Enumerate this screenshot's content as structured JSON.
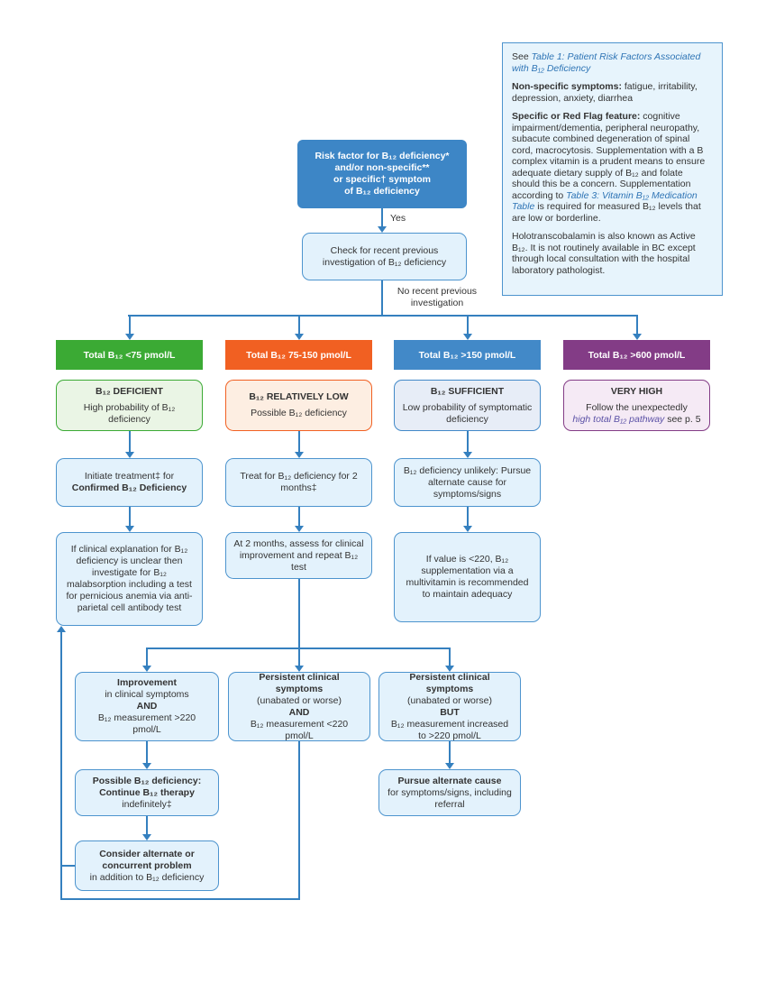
{
  "colors": {
    "line": "#3580BF",
    "start-bg": "#3D86C6",
    "box-bg": "#E3F2FC",
    "box-border": "#4D94CE",
    "green": "#3BAA34",
    "green-bg": "#EAF5E5",
    "orange": "#F16022",
    "orange-bg": "#FDEEE2",
    "blue": "#4289C8",
    "blue-bg": "#E7EDF7",
    "purple": "#833C86",
    "purple-bg": "#F5EAF5",
    "info-bg": "#E7F4FC",
    "link": "#2E74B5",
    "pathway-link": "#5B51A6",
    "text": "#333333"
  },
  "info": {
    "p1_prefix": "See ",
    "table1_link": "Table 1: Patient Risk Factors Associated with B₁₂ Deficiency",
    "p2": [
      {
        "t": "Non-specific symptoms:",
        "c": "b"
      },
      {
        "t": " fatigue, irritability, depression, anxiety, diarrhea",
        "c": ""
      }
    ],
    "p3a": [
      {
        "t": "Specific or Red Flag feature:",
        "c": "b"
      },
      {
        "t": " cognitive impairment/dementia, peripheral neuropathy, subacute combined degeneration of spinal cord, macrocytosis. Supplementation with a B complex vitamin is a prudent means to ensure adequate dietary supply of B₁₂ and folate should this be a concern. Supplementation according to ",
        "c": ""
      }
    ],
    "table3_link": "Table 3: Vitamin B₁₂ Medication Table",
    "p3b": " is required for measured B₁₂ levels that are low or borderline.",
    "p4": "Holotranscobalamin is also known as Active B₁₂. It is not routinely available in BC except through local consultation with the hospital laboratory pathologist."
  },
  "flow": {
    "start_lines": [
      "Risk factor for B₁₂ deficiency*",
      "and/or non-specific**",
      "or specific† symptom",
      "of B₁₂ deficiency"
    ],
    "yes_label": "Yes",
    "check_text": "Check for recent previous investigation of B₁₂ deficiency",
    "no_recent_label": "No recent previous investigation"
  },
  "columns": [
    {
      "header": "Total B₁₂ <75 pmol/L",
      "status_title": "B₁₂ DEFICIENT",
      "status_body": "High probability of B₁₂ deficiency",
      "step1": [
        {
          "t": "Initiate treatment‡ for ",
          "c": ""
        },
        {
          "t": "Confirmed B₁₂ Deficiency",
          "c": "b"
        }
      ],
      "step2": "If clinical explanation for B₁₂ deficiency is unclear then investigate for B₁₂ malabsorption including a test for pernicious anemia via anti-parietal cell antibody test"
    },
    {
      "header": "Total B₁₂ 75-150 pmol/L",
      "status_title": "B₁₂ RELATIVELY LOW",
      "status_body": "Possible B₁₂ deficiency",
      "step1": "Treat for B₁₂ deficiency for 2 months‡",
      "step2": "At 2 months, assess for clinical improvement and repeat B₁₂ test"
    },
    {
      "header": "Total B₁₂ >150 pmol/L",
      "status_title": "B₁₂ SUFFICIENT",
      "status_body": "Low probability of symptomatic deficiency",
      "step1": "B₁₂ deficiency unlikely: Pursue alternate cause for symptoms/signs",
      "step2": "If value is <220, B₁₂ supplementation via a multivitamin is recommended to maintain adequacy"
    },
    {
      "header": "Total B₁₂ >600 pmol/L",
      "status_title": "VERY HIGH",
      "status_line1": "Follow the unexpectedly",
      "status_link": "high total B₁₂ pathway",
      "status_tail": " see p. 5"
    }
  ],
  "outcomes": {
    "improvement": [
      {
        "t": "Improvement",
        "c": "b"
      },
      {
        "t": " in clinical symptoms ",
        "c": ""
      },
      {
        "t": "AND",
        "c": "b"
      },
      {
        "t": " B₁₂ measurement >220 pmol/L",
        "c": ""
      }
    ],
    "persistent_and": [
      {
        "t": "Persistent clinical symptoms",
        "c": "b"
      },
      {
        "t": " (unabated or worse) ",
        "c": ""
      },
      {
        "t": "AND",
        "c": "b"
      },
      {
        "t": " B₁₂ measurement <220 pmol/L",
        "c": ""
      }
    ],
    "persistent_but": [
      {
        "t": "Persistent clinical symptoms",
        "c": "b"
      },
      {
        "t": " (unabated or worse) ",
        "c": ""
      },
      {
        "t": "BUT",
        "c": "b"
      },
      {
        "t": " B₁₂ measurement increased to >220 pmol/L",
        "c": ""
      }
    ],
    "possible_deficiency": [
      {
        "t": "Possible B₁₂ deficiency: Continue B₁₂ therapy",
        "c": "b"
      },
      {
        "t": " indefinitely‡",
        "c": ""
      }
    ],
    "pursue_alternate": [
      {
        "t": "Pursue alternate cause",
        "c": "b"
      },
      {
        "t": " for symptoms/signs, including referral",
        "c": ""
      }
    ],
    "consider_alternate": [
      {
        "t": "Consider alternate or concurrent problem",
        "c": "b"
      },
      {
        "t": " in addition to B₁₂ deficiency",
        "c": ""
      }
    ]
  }
}
